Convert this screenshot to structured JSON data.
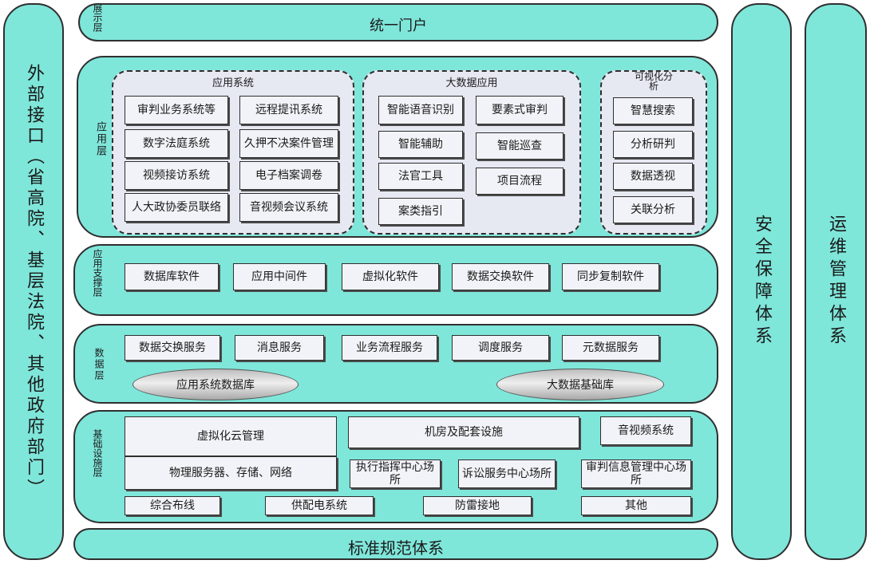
{
  "top_portal": {
    "layer_label": "展示层",
    "title": "统一门户"
  },
  "left_column": {
    "text": "外部接口（省高院、基层法院、其他政府部门）"
  },
  "right_column_security": {
    "text": "安全保障体系"
  },
  "right_column_ops": {
    "text": "运维管理体系"
  },
  "app_layer": {
    "label": "应用层",
    "app_system": {
      "title": "应用系统",
      "items": [
        "审判业务系统等",
        "远程提讯系统",
        "数字法庭系统",
        "久押不决案件管理",
        "视频接访系统",
        "电子档案调卷",
        "人大政协委员联络",
        "音视频会议系统"
      ]
    },
    "big_data": {
      "title": "大数据应用",
      "items": [
        "智能语音识别",
        "要素式审判",
        "智能辅助",
        "智能巡查",
        "法官工具",
        "项目流程",
        "案类指引"
      ]
    },
    "visualization": {
      "title": "可视化分析",
      "items": [
        "智慧搜索",
        "分析研判",
        "数据透视",
        "关联分析"
      ]
    }
  },
  "support_layer": {
    "label": "应用支撑层",
    "items": [
      "数据库软件",
      "应用中间件",
      "虚拟化软件",
      "数据交换软件",
      "同步复制软件"
    ]
  },
  "data_layer": {
    "label": "数据层",
    "items": [
      "数据交换服务",
      "消息服务",
      "业务流程服务",
      "调度服务",
      "元数据服务"
    ],
    "databases": [
      "应用系统数据库",
      "大数据基础库"
    ]
  },
  "infra_layer": {
    "label": "基础设施层",
    "virtual_cloud": "虚拟化云管理",
    "physical": "物理服务器、存储、网络",
    "machine_room": "机房及配套设施",
    "av_system": "音视频系统",
    "centers": [
      "执行指挥中心场所",
      "诉讼服务中心场所",
      "审判信息管理中心场所"
    ],
    "bottom_items": [
      "综合布线",
      "供配电系统",
      "防雷接地",
      "其他"
    ]
  },
  "standards": {
    "text": "标准规范体系"
  },
  "colors": {
    "layer_fill": "#7fe6da",
    "box_fill": "#f2f3f8",
    "group_fill": "#e6e8f2"
  }
}
